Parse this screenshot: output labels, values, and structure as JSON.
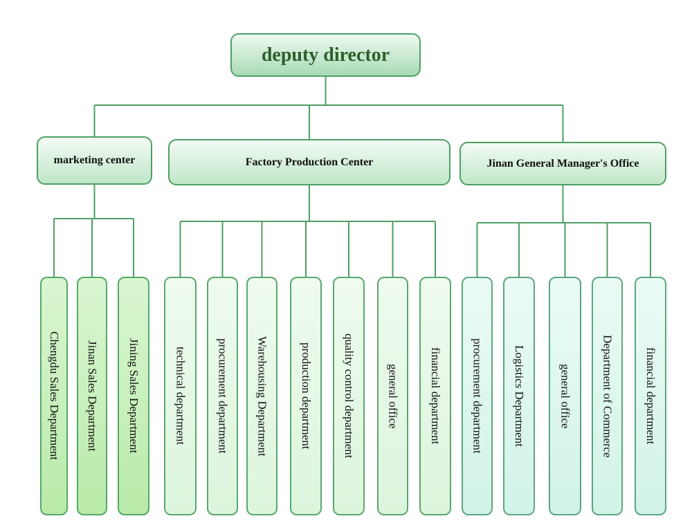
{
  "diagram": {
    "root": {
      "id": "root",
      "label": "deputy director"
    },
    "centers": [
      {
        "id": "marketing",
        "label": "marketing center",
        "departments": [
          "Chengdu Sales Department",
          "Jinan Sales Department",
          "Jining Sales Department"
        ]
      },
      {
        "id": "factory",
        "label": "Factory Production Center",
        "departments": [
          "technical department",
          "procurement department",
          "Warehousing Department",
          "production department",
          "quality control department",
          "general office",
          "financial department"
        ]
      },
      {
        "id": "jinan",
        "label": "Jinan General Manager's Office",
        "departments": [
          "procurement department",
          "Logistics Department",
          "general office",
          "Department of Commerce",
          "financial department"
        ]
      }
    ],
    "colors": {
      "connector": "#4e9f64",
      "root_text": "#2f5f2c",
      "border": "#4e9f64"
    }
  }
}
